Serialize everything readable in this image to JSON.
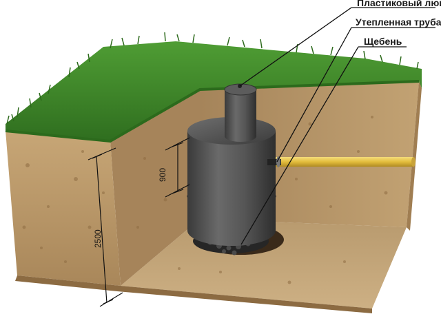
{
  "labels": {
    "hatch": "Пластиковый люк",
    "pipe": "Утепленная труба",
    "gravel": "Щебень"
  },
  "dimensions": {
    "ring_height": "900",
    "pit_depth": "2500"
  },
  "colors": {
    "grass": "#3f8a2a",
    "soil": "#b49262",
    "concrete": "#4a4a4a",
    "pipe": "#e6c24a"
  }
}
